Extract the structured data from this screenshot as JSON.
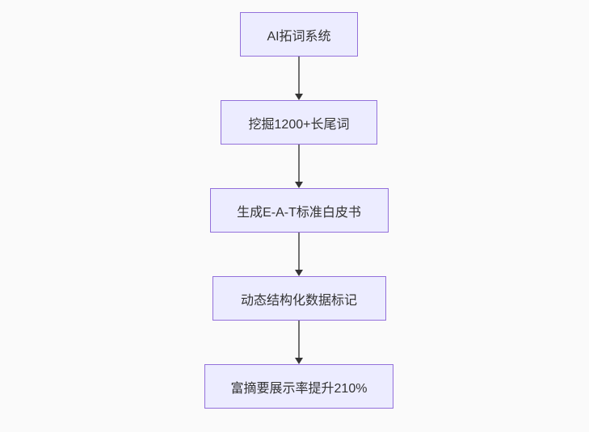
{
  "diagram": {
    "type": "flowchart",
    "direction": "top-down",
    "nodes": [
      {
        "id": "step-1",
        "label": "AI拓词系统"
      },
      {
        "id": "step-2",
        "label": "挖掘1200+长尾词"
      },
      {
        "id": "step-3",
        "label": "生成E-A-T标准白皮书"
      },
      {
        "id": "step-4",
        "label": "动态结构化数据标记"
      },
      {
        "id": "step-5",
        "label": "富摘要展示率提升210%"
      }
    ],
    "edges": [
      {
        "from": "step-1",
        "to": "step-2",
        "style": "arrow-down"
      },
      {
        "from": "step-2",
        "to": "step-3",
        "style": "arrow-down"
      },
      {
        "from": "step-3",
        "to": "step-4",
        "style": "arrow-down"
      },
      {
        "from": "step-4",
        "to": "step-5",
        "style": "arrow-down"
      }
    ],
    "colors": {
      "background": "#fafafa",
      "node_fill": "#ececff",
      "node_border": "#9370db",
      "node_text": "#333333",
      "edge_line": "#707070",
      "arrowhead": "#333333"
    }
  }
}
